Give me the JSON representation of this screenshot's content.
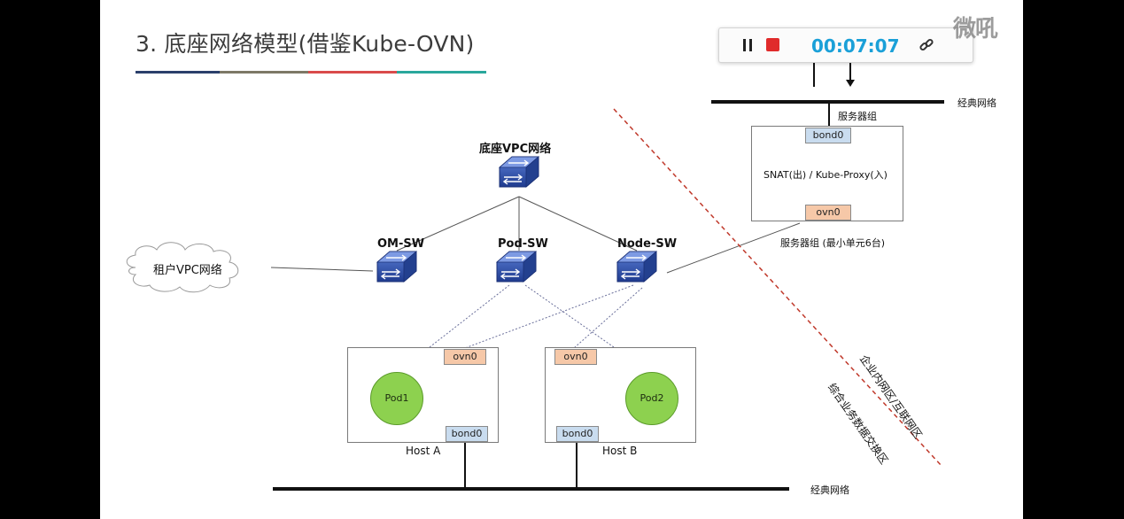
{
  "slide": {
    "title": "3. 底座网络模型(借鉴Kube-OVN)",
    "title_bar_colors": [
      "#2b3f6b",
      "#7d7866",
      "#d94b4b",
      "#2aa79c"
    ]
  },
  "diagram": {
    "core_switch_label": "底座VPC网络",
    "switches": [
      "OM-SW",
      "Pod-SW",
      "Node-SW"
    ],
    "tenant_cloud_label": "租户VPC网络",
    "classic_network_label_top": "经典网络",
    "classic_network_label_bottom": "经典网络",
    "server_group_label_top": "服务器组",
    "server_group_label_bottom": "服务器组 (最小单元6台)",
    "server_box_text": "SNAT(出) / Kube-Proxy(入)",
    "server_bond": "bond0",
    "server_ovn": "ovn0",
    "hosts": [
      {
        "name": "Host A",
        "pod": "Pod1",
        "ovn": "ovn0",
        "bond": "bond0"
      },
      {
        "name": "Host B",
        "pod": "Pod2",
        "ovn": "ovn0",
        "bond": "bond0"
      }
    ],
    "zone_label_1": "企业内网区/互联网区",
    "zone_label_2": "综合业务数据交换区",
    "colors": {
      "switch_blue": "#2c4fa8",
      "pod_green": "#8dd14f",
      "dashed_red": "#c0392b",
      "bond_blue": "#c9dcef",
      "ovn_orange": "#f6c8a8"
    }
  },
  "recorder": {
    "timer": "00:07:07",
    "icons": [
      "pause-icon",
      "stop-icon",
      "link-icon"
    ]
  },
  "watermark": "微吼"
}
